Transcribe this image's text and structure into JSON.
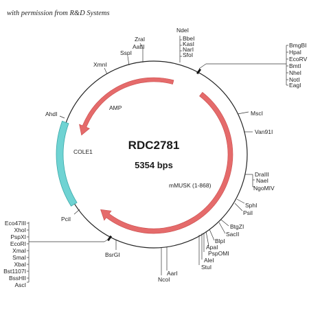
{
  "credit": "with permission from R&D Systems",
  "plasmid": {
    "name": "RDC2781",
    "size_label": "5354 bps"
  },
  "colors": {
    "backbone": "#222222",
    "amp": "#e56b6b",
    "musk": "#e56b6b",
    "cole1": "#6fd3d3",
    "cole1_edge": "#3aa8a8"
  },
  "features": [
    {
      "key": "amp",
      "label": "AMP"
    },
    {
      "key": "musk",
      "label": "mMUSK (1-868)"
    },
    {
      "key": "cole1",
      "label": "COLE1"
    }
  ],
  "sites": {
    "top_cluster": [
      "NdeI",
      "BbeI",
      "KasI",
      "NarI",
      "SfoI"
    ],
    "zral_pair": [
      "ZraI",
      "AatII"
    ],
    "sspi": "SspI",
    "xmni": "XmnI",
    "ahdi": "AhdI",
    "right_box": [
      "BmgBI",
      "HpaI",
      "EcoRV",
      "BmtI",
      "NheI",
      "NotI",
      "EagI"
    ],
    "msci": "MscI",
    "van91i": "Van91I",
    "dra_cluster": [
      "DraIII",
      "NaeI",
      "NgoMIV"
    ],
    "sph_cluster": [
      "SphI",
      "PsiI"
    ],
    "btg_cluster": [
      "BtgZI",
      "SacII"
    ],
    "lower_cluster": [
      "BlpI",
      "ApaI",
      "PspOMI",
      "AleI",
      "StuI"
    ],
    "aari": "AarI",
    "ncoi": "NcoI",
    "bsrgi": "BsrGI",
    "pcii": "PciI",
    "left_box": [
      "Eco47III",
      "XhoI",
      "PspXI",
      "EcoRI",
      "XmaI",
      "SmaI",
      "XbaI",
      "Bst1107I",
      "BssHII",
      "AscI"
    ]
  }
}
